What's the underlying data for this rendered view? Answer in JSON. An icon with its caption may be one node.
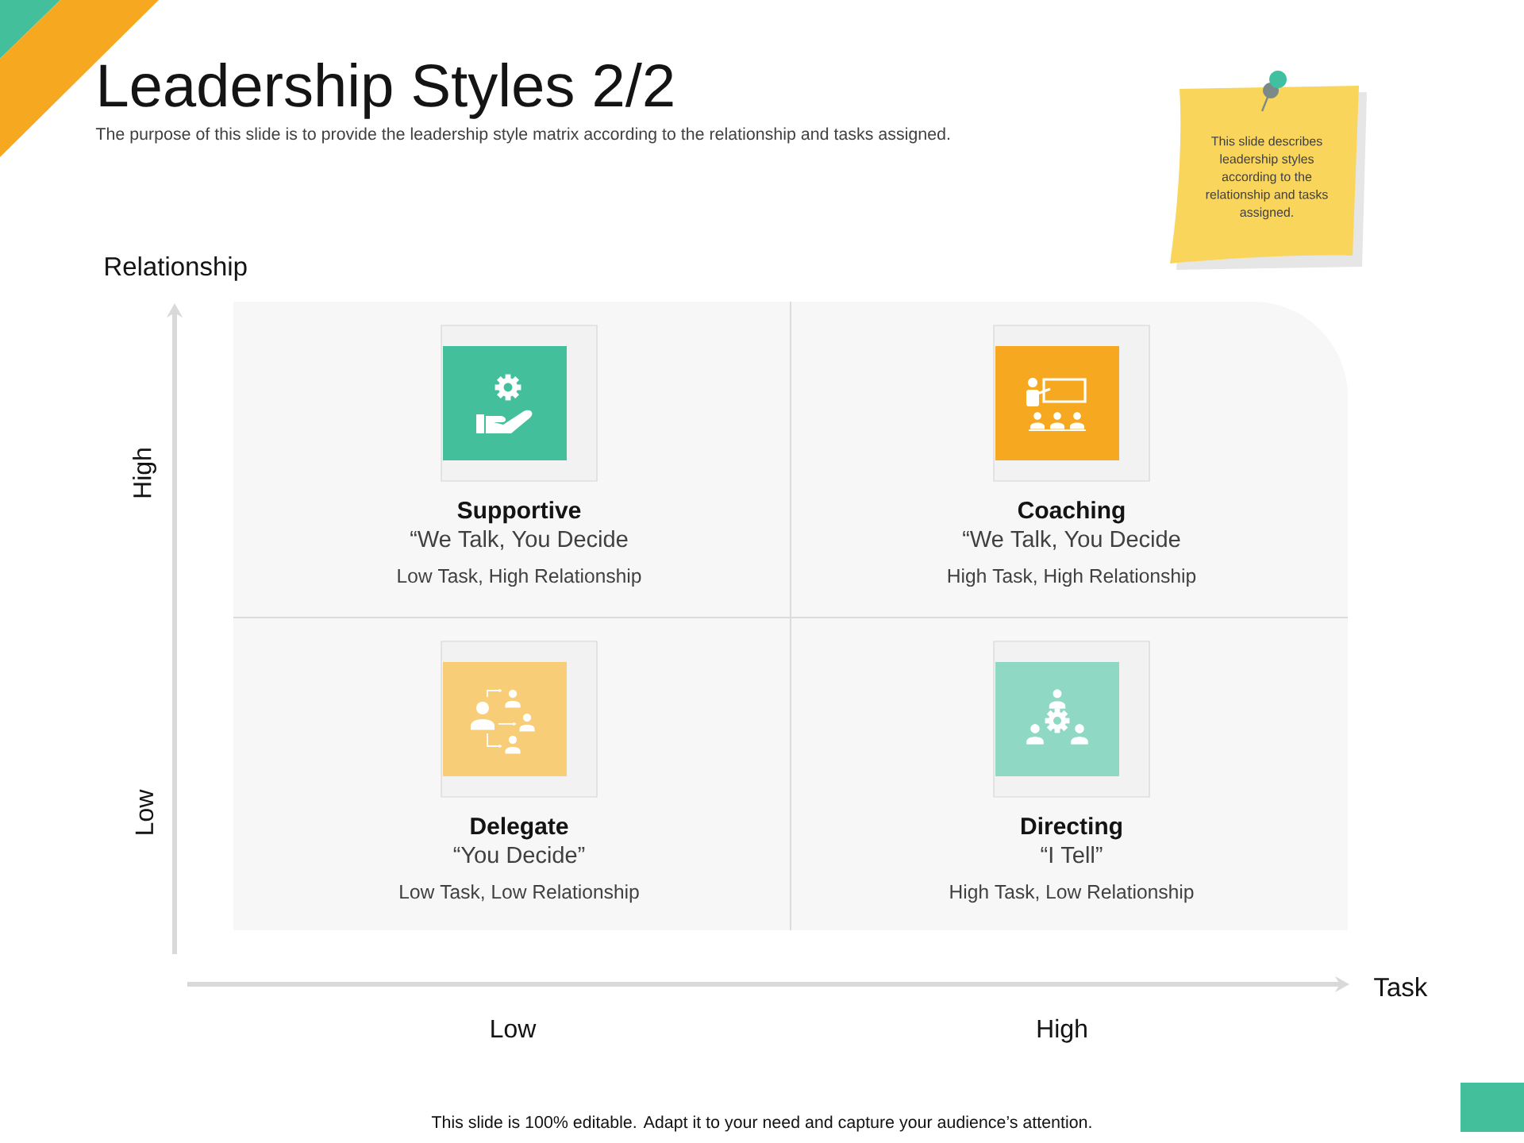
{
  "diagram": {
    "title": "Leadership Styles 2/2",
    "nodes": [
      {
        "text": [
          "This slide describes leadership styles according to the relationship and tasks assigned."
        ]
      },
      {
        "text": [
          "Supportive",
          "“We Talk, You Decide",
          "Low Task, High Relationship"
        ]
      },
      {
        "text": [
          "Coaching",
          "“We Talk, You Decide",
          "High Task, High Relationship"
        ]
      },
      {
        "text": [
          "Delegate",
          "“You Decide”",
          "Low Task, Low Relationship"
        ]
      },
      {
        "text": [
          "Directing",
          "“I Tell”",
          "High Task, Low Relationship"
        ]
      }
    ],
    "labels": [
      "The purpose of this slide is to provide the leadership style matrix according to the relationship and tasks assigned.",
      "Relationship",
      "High",
      "Low",
      "Task",
      "Low",
      "High",
      "This slide is 100% editable. Adapt it to your need and capture your audience’s attention."
    ]
  }
}
